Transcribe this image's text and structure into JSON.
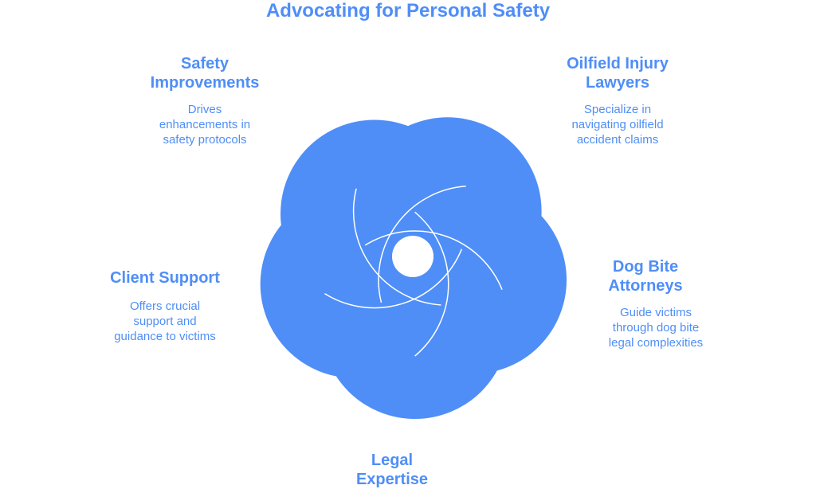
{
  "title": "Advocating for Personal Safety",
  "theme": {
    "accent": "#4f8ef7",
    "petal_fill": "#4f8ef7",
    "petal_stroke": "#ffffff",
    "background": "#ffffff"
  },
  "nodes": [
    {
      "id": "safety-improvements",
      "title_line1": "Safety",
      "title_line2": "Improvements",
      "desc_lines": [
        "Drives",
        "enhancements in",
        "safety protocols"
      ]
    },
    {
      "id": "oilfield-injury-lawyers",
      "title_line1": "Oilfield Injury",
      "title_line2": "Lawyers",
      "desc_lines": [
        "Specialize in",
        "navigating oilfield",
        "accident claims"
      ]
    },
    {
      "id": "dog-bite-attorneys",
      "title_line1": "Dog Bite",
      "title_line2": "Attorneys",
      "desc_lines": [
        "Guide victims",
        "through dog bite",
        "legal complexities"
      ]
    },
    {
      "id": "legal-expertise",
      "title_line1": "Legal",
      "title_line2": "Expertise",
      "desc_lines": []
    },
    {
      "id": "client-support",
      "title_line1": "Client Support",
      "title_line2": "",
      "desc_lines": [
        "Offers crucial",
        "support and",
        "guidance to victims"
      ]
    }
  ]
}
